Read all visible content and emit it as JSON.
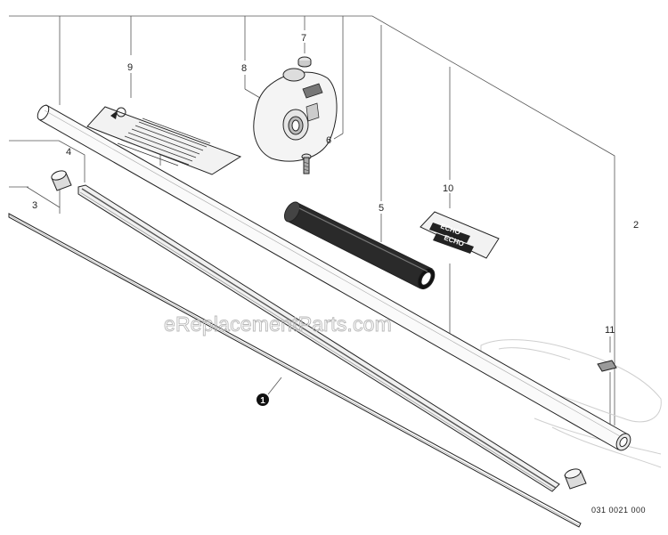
{
  "diagram": {
    "callouts": [
      {
        "id": "1",
        "label": "1",
        "style": "filled-circle"
      },
      {
        "id": "2",
        "label": "2"
      },
      {
        "id": "3",
        "label": "3"
      },
      {
        "id": "4",
        "label": "4"
      },
      {
        "id": "5",
        "label": "5"
      },
      {
        "id": "6",
        "label": "6"
      },
      {
        "id": "7",
        "label": "7"
      },
      {
        "id": "8",
        "label": "8"
      },
      {
        "id": "9",
        "label": "9"
      },
      {
        "id": "10",
        "label": "10"
      },
      {
        "id": "11",
        "label": "11"
      }
    ],
    "watermark": "eReplacementParts.com",
    "drawing_number": "031 0021 000",
    "decal_text": "ECHO"
  }
}
